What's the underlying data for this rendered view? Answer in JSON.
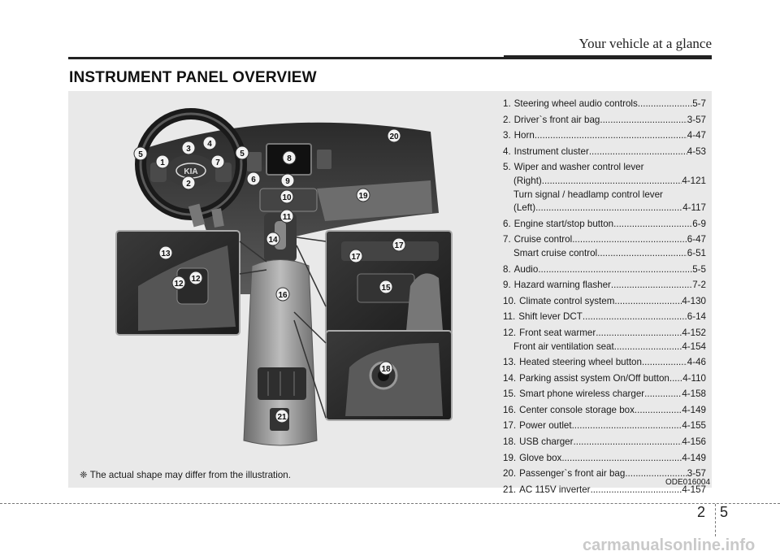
{
  "header": {
    "title": "Your vehicle at a glance"
  },
  "section": {
    "title": "INSTRUMENT PANEL OVERVIEW"
  },
  "items": [
    {
      "num": "1.",
      "label": "Steering wheel audio controls",
      "page": "5-7"
    },
    {
      "num": "2.",
      "label": "Driver`s front air bag",
      "page": "3-57"
    },
    {
      "num": "3.",
      "label": "Horn",
      "page": "4-47"
    },
    {
      "num": "4.",
      "label": "Instrument cluster",
      "page": "4-53"
    },
    {
      "num": "5.",
      "label": "Wiper and washer control lever",
      "page": ""
    },
    {
      "num": "",
      "label": "(Right)",
      "page": "4-121",
      "sub": true
    },
    {
      "num": "",
      "label": "Turn signal / headlamp control lever",
      "page": "",
      "sub": true
    },
    {
      "num": "",
      "label": "(Left)",
      "page": "4-117",
      "sub": true
    },
    {
      "num": "6.",
      "label": "Engine start/stop button",
      "page": "6-9"
    },
    {
      "num": "7.",
      "label": "Cruise control",
      "page": "6-47"
    },
    {
      "num": "",
      "label": "Smart cruise control",
      "page": "6-51",
      "sub": true
    },
    {
      "num": "8.",
      "label": "Audio",
      "page": "5-5"
    },
    {
      "num": "9.",
      "label": "Hazard warning flasher",
      "page": "7-2"
    },
    {
      "num": "10.",
      "label": "Climate control system",
      "page": "4-130"
    },
    {
      "num": "11.",
      "label": "Shift lever DCT",
      "page": "6-14"
    },
    {
      "num": "12.",
      "label": "Front seat warmer",
      "page": "4-152"
    },
    {
      "num": "",
      "label": "Front air ventilation seat",
      "page": "4-154",
      "sub": true
    },
    {
      "num": "13.",
      "label": "Heated steering wheel button",
      "page": "4-46"
    },
    {
      "num": "14.",
      "label": "Parking assist system On/Off button",
      "page": "4-110"
    },
    {
      "num": "15.",
      "label": "Smart phone wireless charger",
      "page": "4-158"
    },
    {
      "num": "16.",
      "label": "Center console storage box",
      "page": "4-149"
    },
    {
      "num": "17.",
      "label": "Power outlet",
      "page": "4-155"
    },
    {
      "num": "18.",
      "label": "USB charger",
      "page": "4-156"
    },
    {
      "num": "19.",
      "label": "Glove box",
      "page": "4-149"
    },
    {
      "num": "20.",
      "label": "Passenger`s front  air bag",
      "page": "3-57"
    },
    {
      "num": "21.",
      "label": "AC 115V inverter",
      "page": "4-157"
    }
  ],
  "note": "❈ The actual shape may differ from the illustration.",
  "image_code": "ODE016004",
  "callouts": [
    "1",
    "2",
    "3",
    "4",
    "5",
    "6",
    "7",
    "8",
    "9",
    "10",
    "11",
    "12",
    "13",
    "14",
    "15",
    "16",
    "17",
    "18",
    "19",
    "20",
    "21"
  ],
  "brand_logo": "KIA",
  "page": {
    "chapter": "2",
    "number": "5"
  },
  "watermark": "carmanualsonline.info",
  "colors": {
    "panel_bg": "#e9e9e9",
    "callout_fill": "#f2f2f2",
    "rule": "#222222"
  }
}
